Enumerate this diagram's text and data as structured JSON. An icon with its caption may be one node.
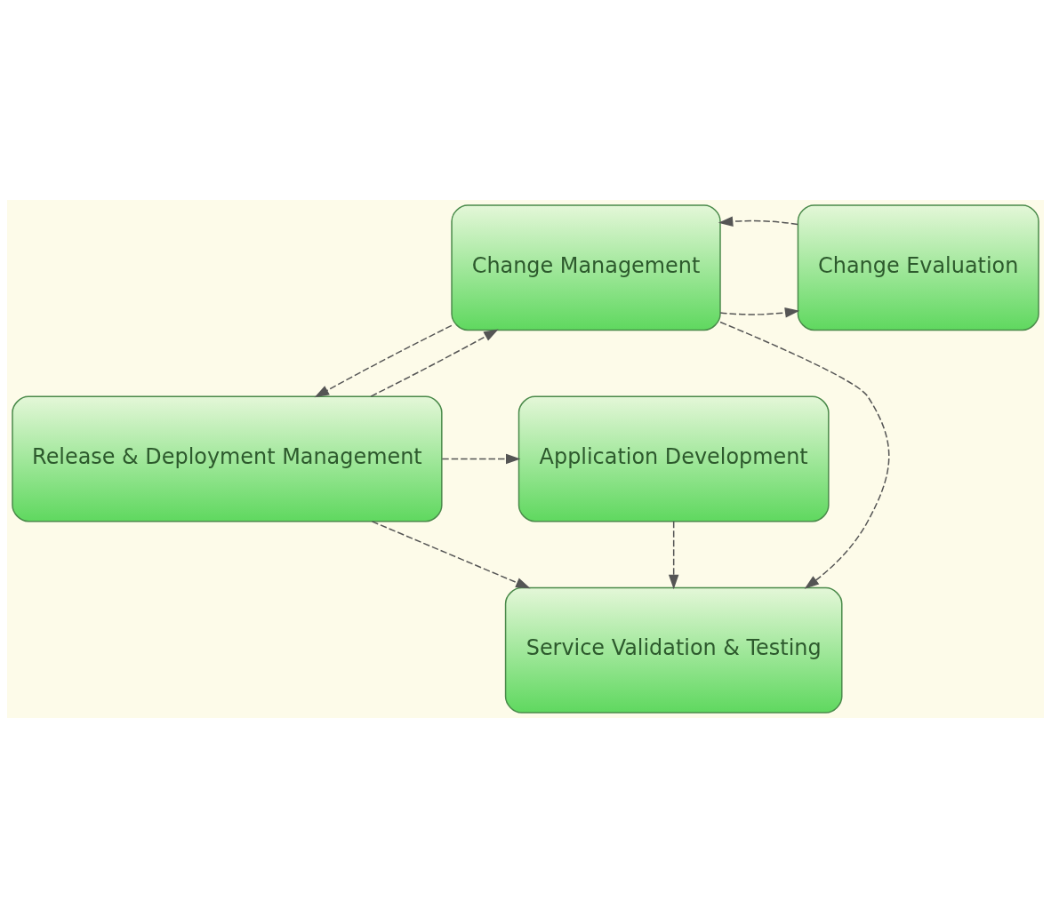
{
  "diagram": {
    "nodes": [
      {
        "text": [
          "Change Management"
        ]
      },
      {
        "text": [
          "Change Evaluation"
        ]
      },
      {
        "text": [
          "Release & Deployment Management"
        ]
      },
      {
        "text": [
          "Application Development"
        ]
      },
      {
        "text": [
          "Service Validation & Testing"
        ]
      }
    ],
    "edges": [
      {
        "from": 0,
        "to": 1,
        "arrow": "to",
        "style": "dashed"
      },
      {
        "from": 1,
        "to": 0,
        "arrow": "to",
        "style": "dashed"
      },
      {
        "from": 0,
        "to": 2,
        "arrow": "to",
        "style": "dashed"
      },
      {
        "from": 0,
        "to": 4,
        "arrow": "to",
        "style": "dashed"
      },
      {
        "from": 2,
        "to": 3,
        "arrow": "to",
        "style": "dashed"
      },
      {
        "from": 2,
        "to": 4,
        "arrow": "to",
        "style": "dashed"
      },
      {
        "from": 2,
        "to": 0,
        "arrow": "to",
        "style": "dashed"
      },
      {
        "from": 3,
        "to": 4,
        "arrow": "to",
        "style": "dashed"
      }
    ]
  }
}
